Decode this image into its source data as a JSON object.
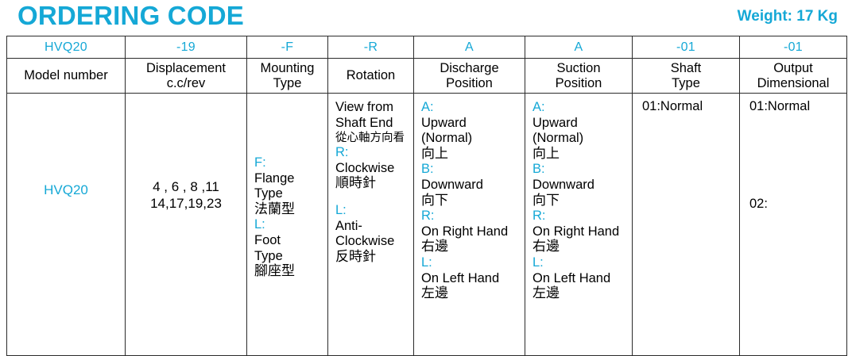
{
  "header": {
    "title": "ORDERING CODE",
    "weight": "Weight: 17 Kg",
    "accent_color": "#15a8d6",
    "text_color": "#000000"
  },
  "table": {
    "code_row": [
      "HVQ20",
      "-19",
      "-F",
      "-R",
      "A",
      "A",
      "-01",
      "-01"
    ],
    "name_row": [
      "Model number",
      "Displacement\nc.c/rev",
      "Mounting\nType",
      "Rotation",
      "Discharge\nPosition",
      "Suction\nPosition",
      "Shaft\nType",
      "Output\nDimensional"
    ],
    "name_row_lines": {
      "c0": [
        "Model number"
      ],
      "c1": [
        "Displacement",
        "c.c/rev"
      ],
      "c2": [
        "Mounting",
        "Type"
      ],
      "c3": [
        "Rotation"
      ],
      "c4": [
        "Discharge",
        "Position"
      ],
      "c5": [
        "Suction",
        "Position"
      ],
      "c6": [
        "Shaft",
        "Type"
      ],
      "c7": [
        "Output",
        "Dimensional"
      ]
    },
    "body": {
      "model_number": "HVQ20",
      "displacement_line1": "4 , 6 , 8 ,11",
      "displacement_line2": "14,17,19,23",
      "mounting": {
        "k1": "F:",
        "v1a": "Flange",
        "v1b": "Type",
        "v1zh": "法蘭型",
        "k2": "L:",
        "v2a": "Foot",
        "v2b": "Type",
        "v2zh": "腳座型"
      },
      "rotation": {
        "note1": "View from",
        "note2": "Shaft End",
        "note_zh": "從心軸方向看",
        "k1": "R:",
        "v1": "Clockwise",
        "v1zh": "順時針",
        "k2": "L:",
        "v2a": "Anti-",
        "v2b": "Clockwise",
        "v2zh": "反時針"
      },
      "discharge": {
        "kA": "A:",
        "vA1": "Upward",
        "vA2": "(Normal)",
        "vAzh": "向上",
        "kB": "B:",
        "vB": "Downward",
        "vBzh": "向下",
        "kR": "R:",
        "vR": "On Right Hand",
        "vRzh": "右邊",
        "kL": "L:",
        "vL": "On Left Hand",
        "vLzh": "左邊"
      },
      "suction": {
        "kA": "A:",
        "vA1": "Upward",
        "vA2": "(Normal)",
        "vAzh": "向上",
        "kB": "B:",
        "vB": "Downward",
        "vBzh": "向下",
        "kR": "R:",
        "vR": "On Right Hand",
        "vRzh": "右邊",
        "kL": "L:",
        "vL": "On Left Hand",
        "vLzh": "左邊"
      },
      "shaft_type": {
        "opt1": "01:Normal"
      },
      "output_dimensional": {
        "opt1": "01:Normal",
        "opt2": "02:"
      }
    }
  }
}
